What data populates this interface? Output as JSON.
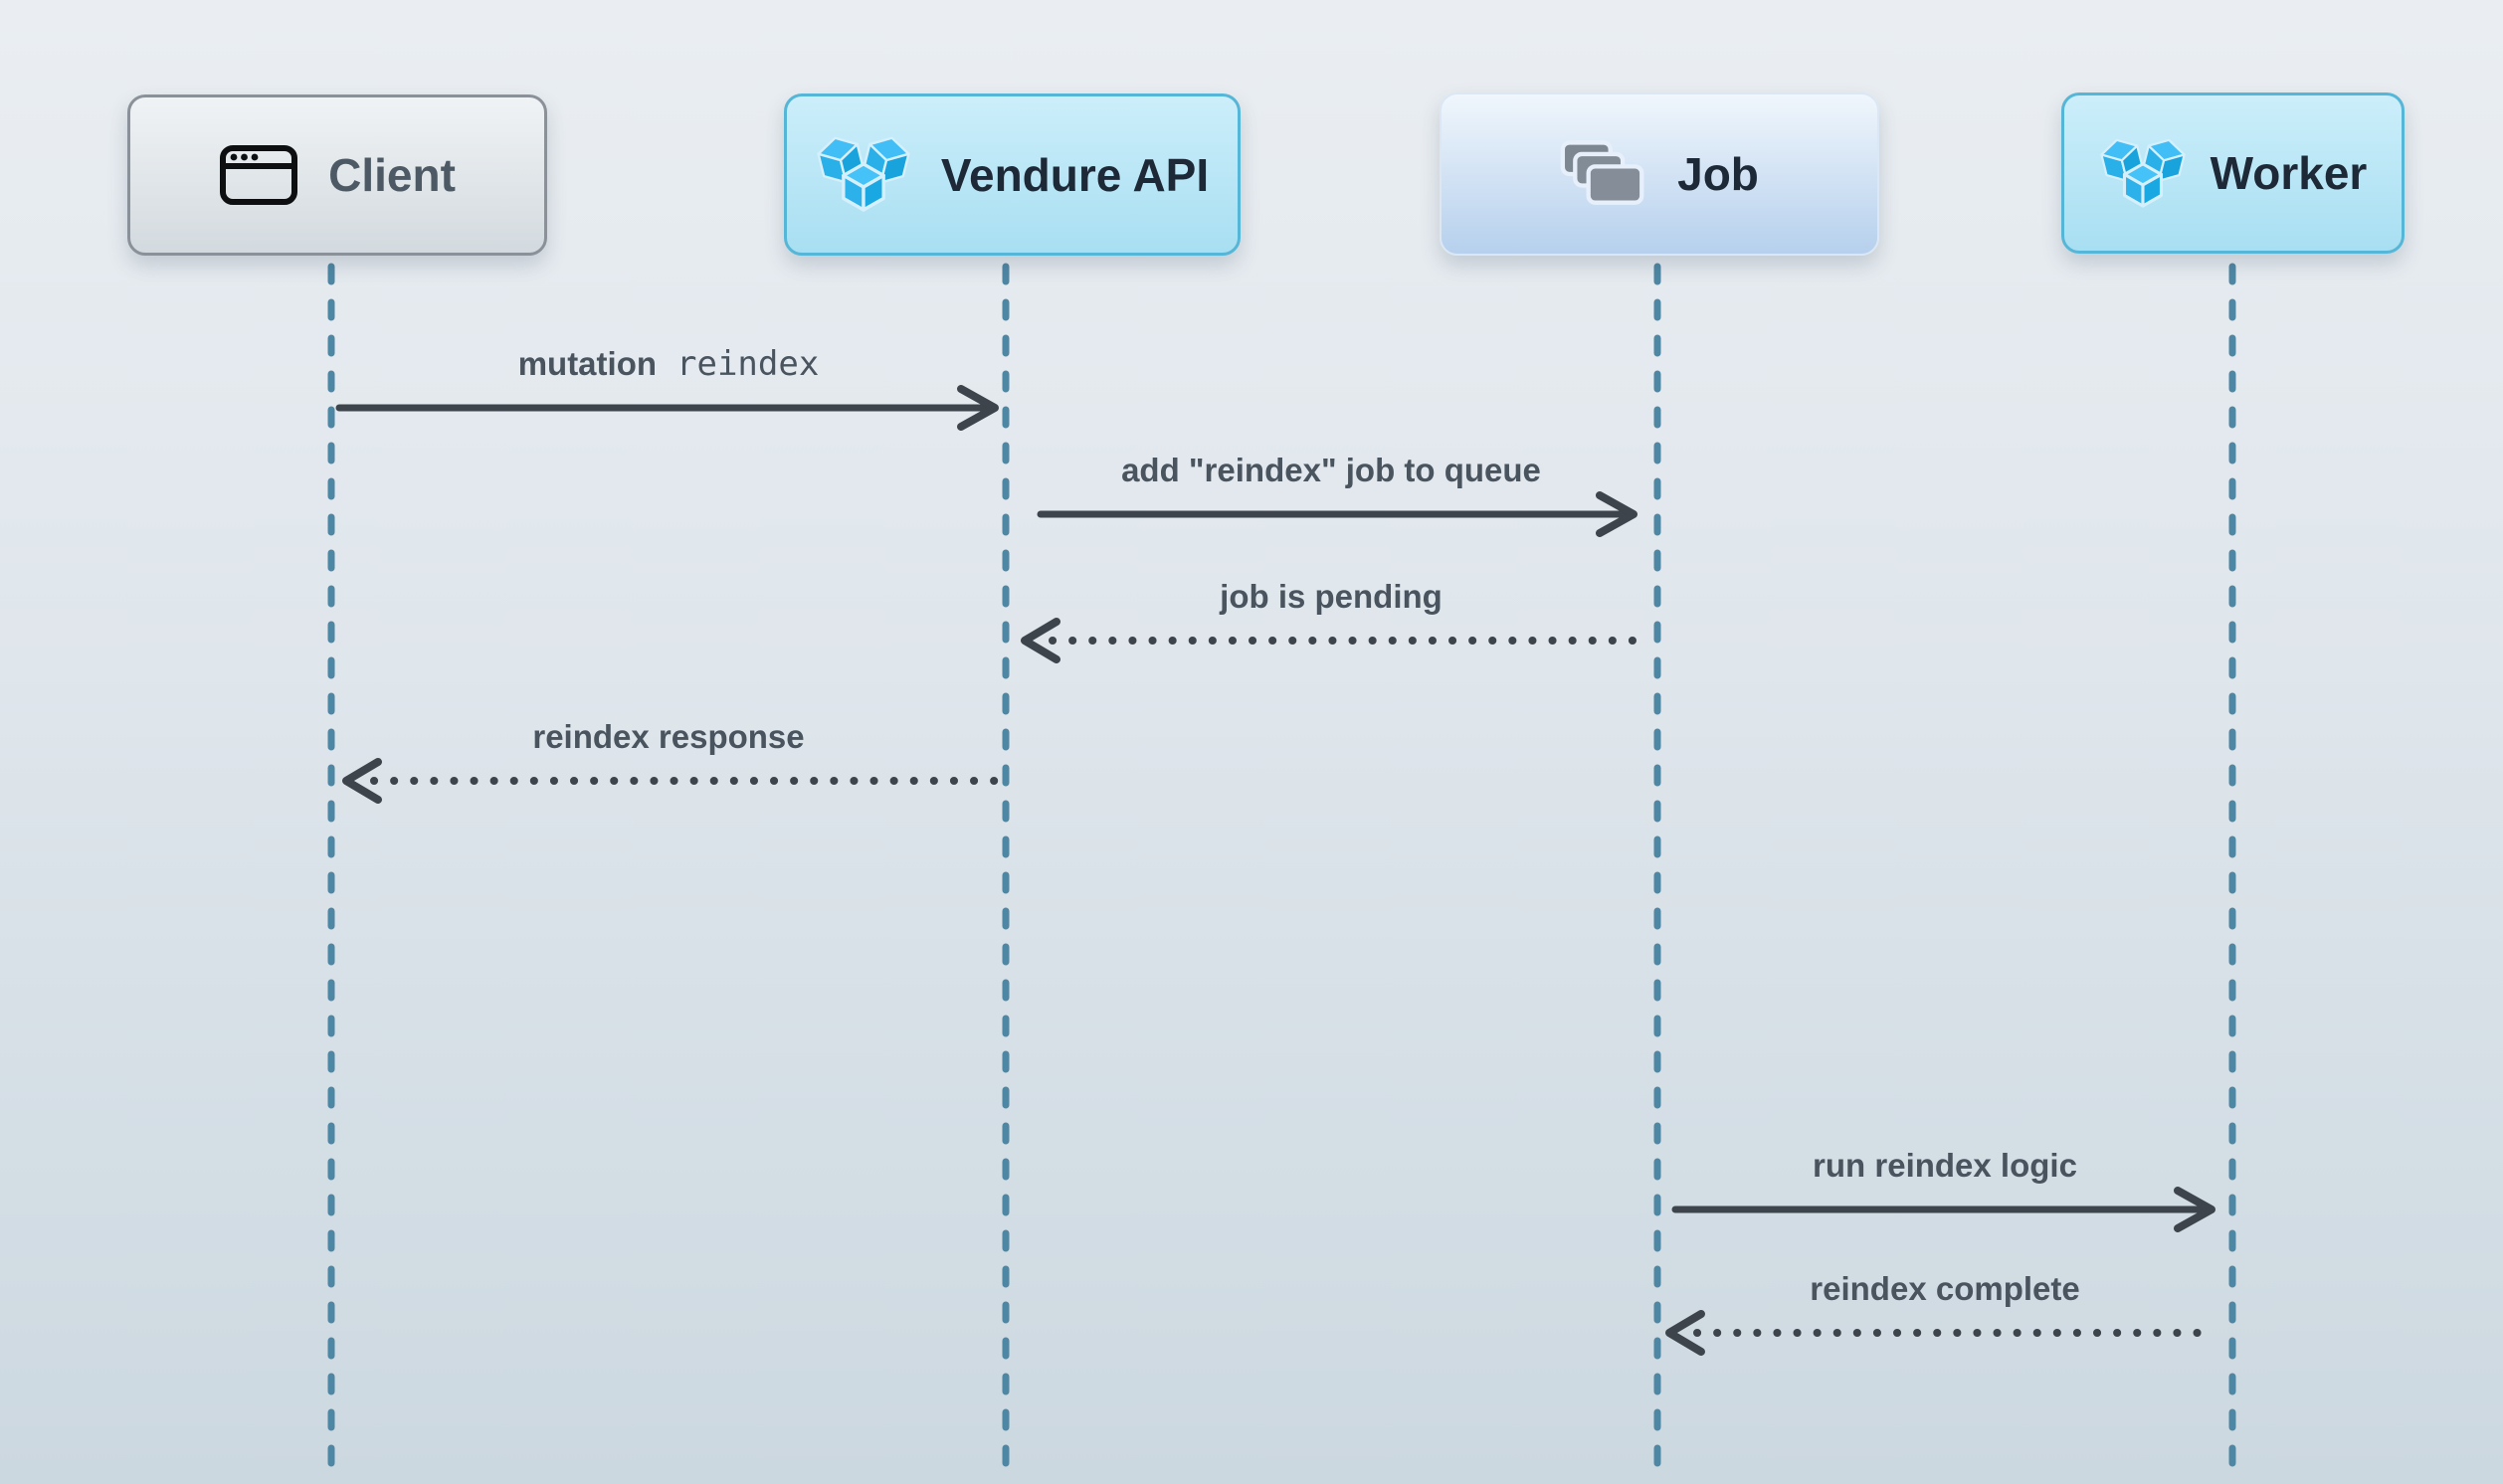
{
  "diagram": {
    "type": "sequence",
    "participants": [
      {
        "id": "client",
        "label": "Client",
        "icon": "browser-window-icon"
      },
      {
        "id": "vendure_api",
        "label": "Vendure API",
        "icon": "vendure-logo-icon"
      },
      {
        "id": "job",
        "label": "Job",
        "icon": "stacked-cards-icon"
      },
      {
        "id": "worker",
        "label": "Worker",
        "icon": "vendure-logo-icon"
      }
    ],
    "messages": [
      {
        "from": "Client",
        "to": "Vendure API",
        "label": "mutation",
        "code": "reindex",
        "line": "solid",
        "direction": "right"
      },
      {
        "from": "Vendure API",
        "to": "Job",
        "label": "add \"reindex\" job to queue",
        "line": "solid",
        "direction": "right"
      },
      {
        "from": "Job",
        "to": "Vendure API",
        "label": "job is pending",
        "line": "dotted",
        "direction": "left"
      },
      {
        "from": "Vendure API",
        "to": "Client",
        "label": "reindex response",
        "line": "dotted",
        "direction": "left"
      },
      {
        "from": "Job",
        "to": "Worker",
        "label": "run reindex logic",
        "line": "solid",
        "direction": "right"
      },
      {
        "from": "Worker",
        "to": "Job",
        "label": "reindex complete",
        "line": "dotted",
        "direction": "left"
      }
    ],
    "colors": {
      "background_top": "#eaeef2",
      "background_bottom": "#ccd8e0",
      "lifeline": "#4e87a4",
      "arrow": "#3d444b",
      "message_text": "#4a545f",
      "participant_text_dark": "#1e2937",
      "client_text": "#4d5a66",
      "client_border": "#8a9199",
      "vendure_border": "#55b6d7",
      "vendure_fill_top": "#cceefa",
      "vendure_fill_bottom": "#a8dff2",
      "vendure_brand_blue": "#2ab0e8",
      "job_fill_bottom": "#b6d0ed",
      "card_icon_gray": "#7e8893"
    }
  }
}
